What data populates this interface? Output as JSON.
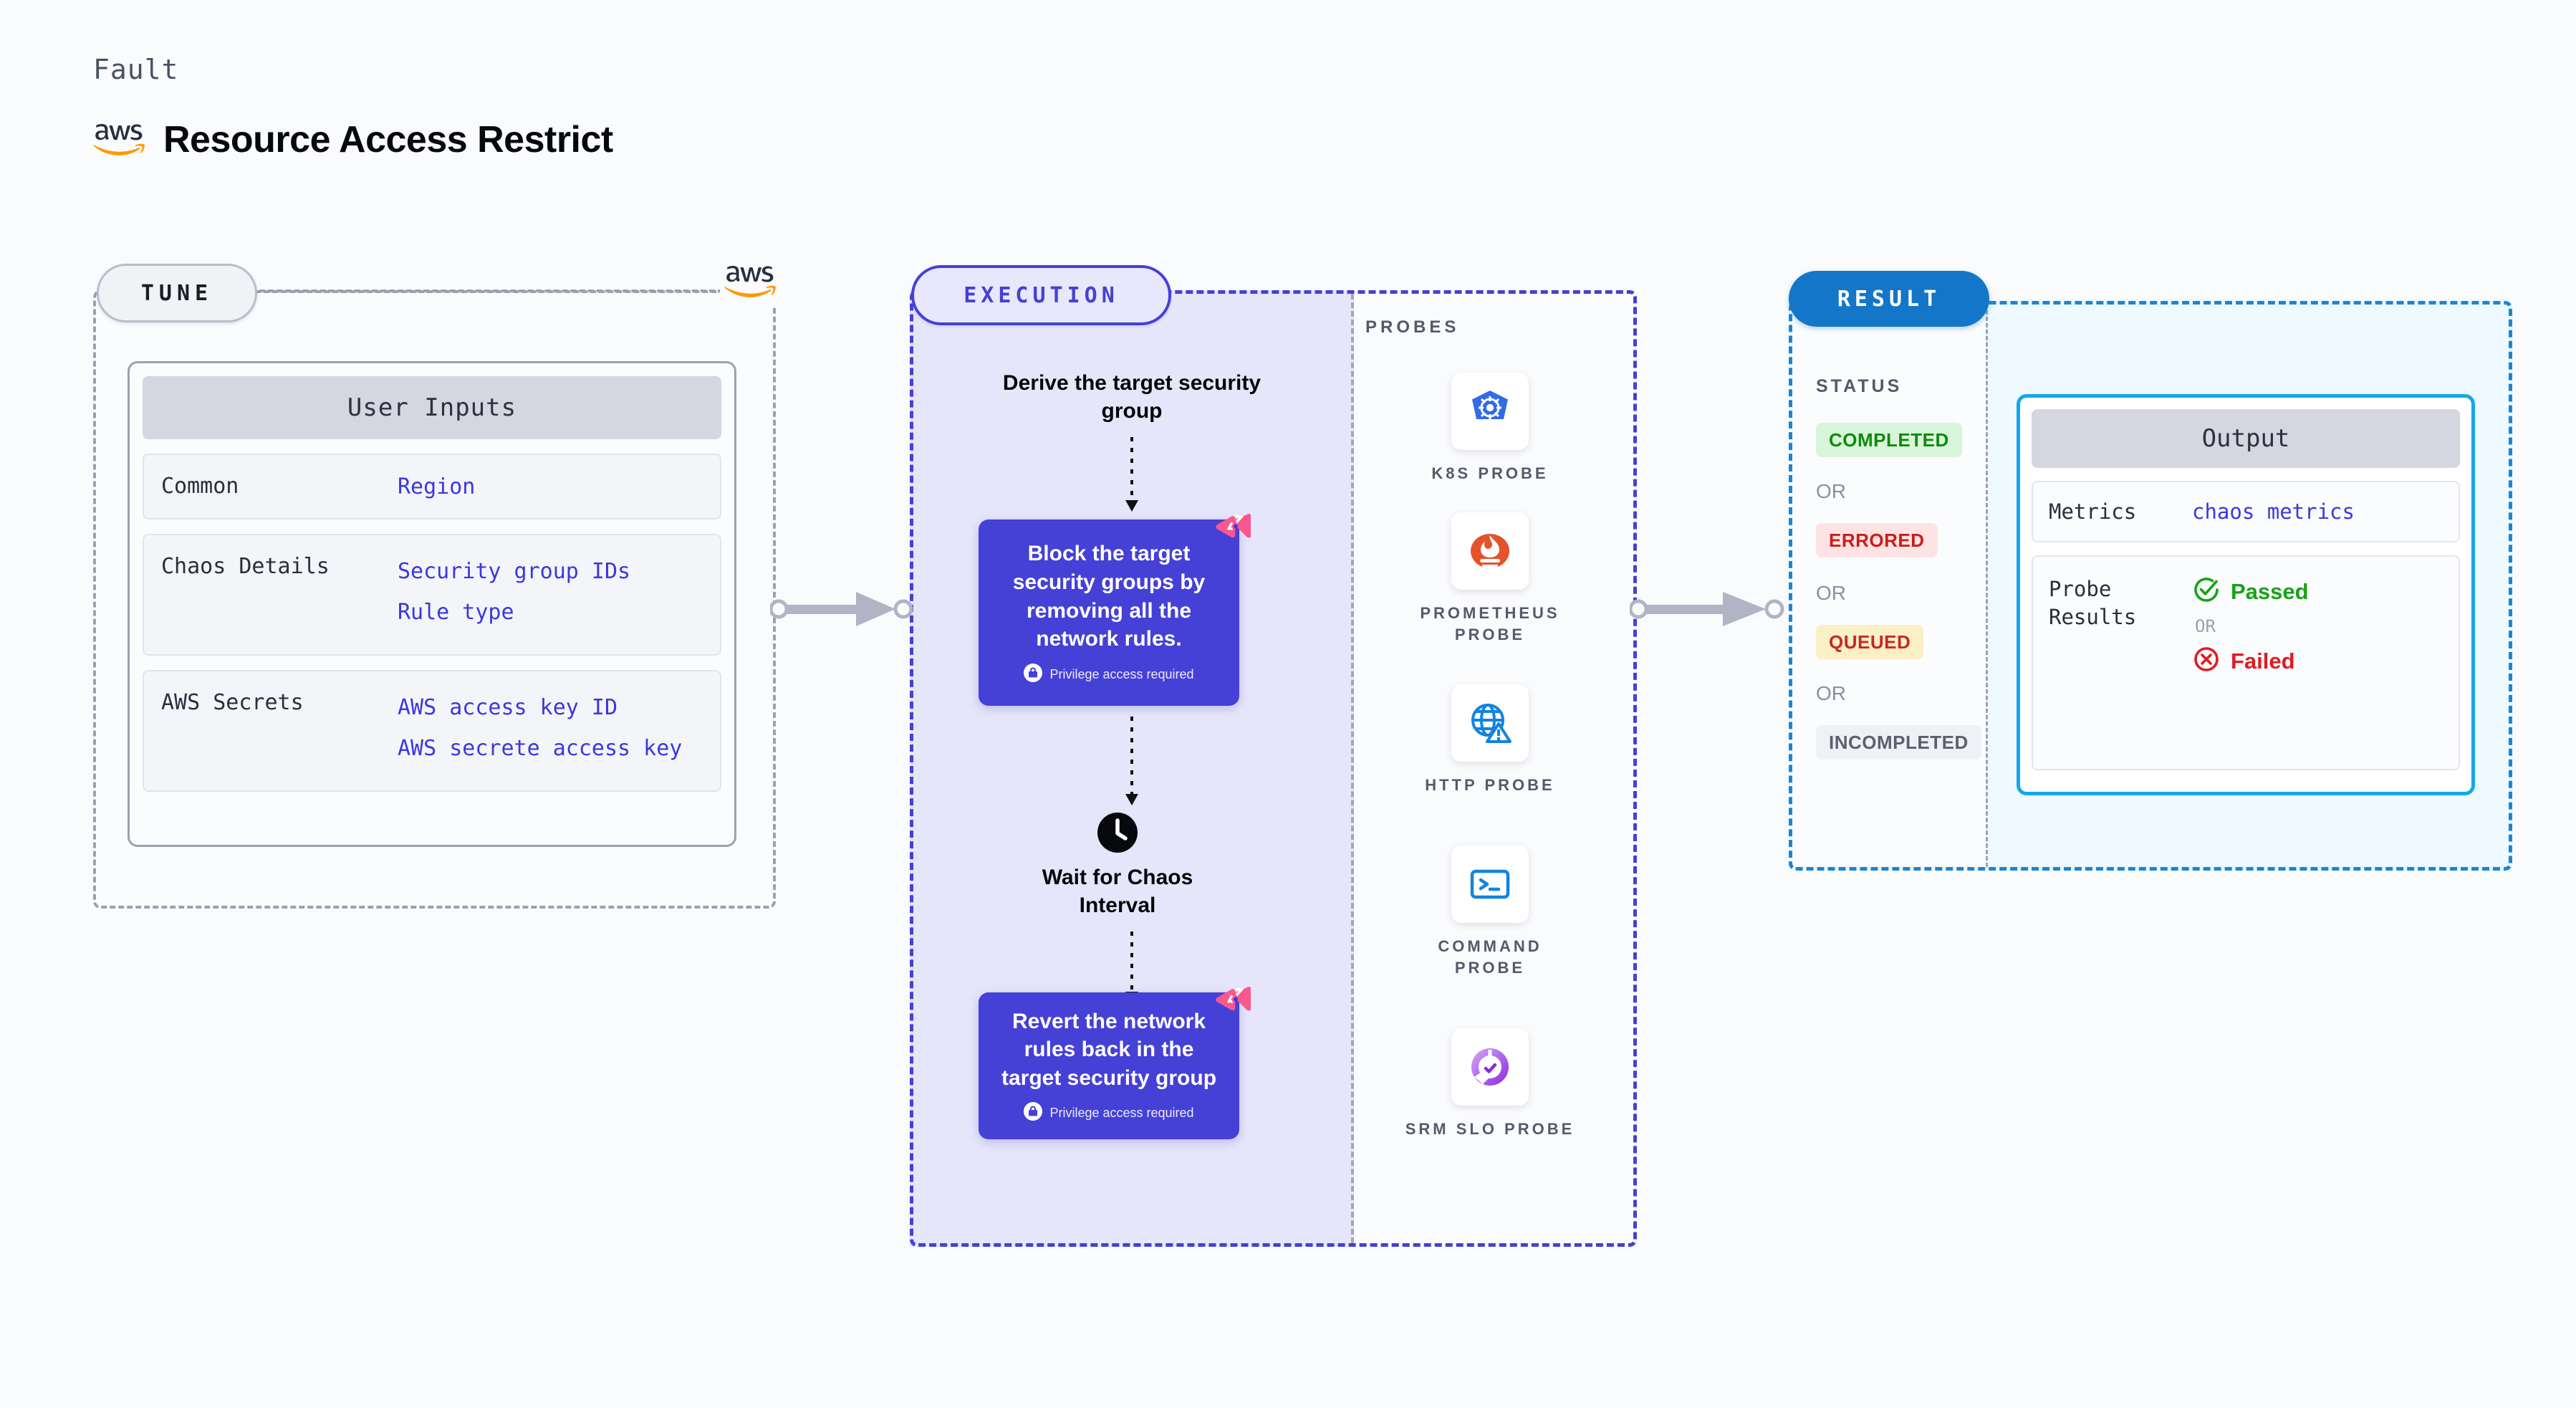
{
  "header": {
    "eyebrow": "Fault",
    "title": "Resource Access Restrict",
    "logo_icon": "aws-logo-icon"
  },
  "tune": {
    "pill_label": "TUNE",
    "provider_logo_icon": "aws-logo-icon",
    "card": {
      "header": "User Inputs",
      "rows": [
        {
          "key": "Common",
          "values": [
            "Region"
          ]
        },
        {
          "key": "Chaos Details",
          "values": [
            "Security group IDs",
            "Rule type"
          ]
        },
        {
          "key": "AWS Secrets",
          "values": [
            "AWS access key ID",
            "AWS secrete access key"
          ]
        }
      ]
    }
  },
  "execution": {
    "pill_label": "EXECUTION",
    "steps": [
      {
        "type": "title",
        "text": "Derive the target security group"
      },
      {
        "type": "action",
        "text": "Block the target security groups by removing all the network rules.",
        "note": "Privilege access required",
        "badge_icon": "harness-badge-icon",
        "lock_icon": "lock-icon"
      },
      {
        "type": "wait",
        "text": "Wait for Chaos Interval",
        "icon": "clock-icon"
      },
      {
        "type": "action",
        "text": "Revert the network rules back in the target security group",
        "note": "Privilege access required",
        "badge_icon": "harness-badge-icon",
        "lock_icon": "lock-icon"
      }
    ],
    "probes_label": "PROBES",
    "probes": [
      {
        "name": "K8S PROBE",
        "icon": "kubernetes-icon"
      },
      {
        "name": "PROMETHEUS PROBE",
        "icon": "prometheus-icon"
      },
      {
        "name": "HTTP PROBE",
        "icon": "http-globe-warning-icon"
      },
      {
        "name": "COMMAND PROBE",
        "icon": "terminal-icon"
      },
      {
        "name": "SRM SLO PROBE",
        "icon": "srm-slo-icon"
      }
    ]
  },
  "result": {
    "pill_label": "RESULT",
    "status_label": "STATUS",
    "or_label": "OR",
    "statuses": [
      {
        "label": "COMPLETED",
        "bg": "#d9f5d9",
        "fg": "#0e8a0e"
      },
      {
        "label": "ERRORED",
        "bg": "#fde3e3",
        "fg": "#cb1d1d"
      },
      {
        "label": "QUEUED",
        "bg": "#fbefc4",
        "fg": "#c62828"
      },
      {
        "label": "INCOMPLETED",
        "bg": "#f0f1f6",
        "fg": "#5b6070"
      }
    ],
    "output": {
      "header": "Output",
      "metrics_key": "Metrics",
      "metrics_value": "chaos metrics",
      "probe_key": "Probe Results",
      "passed_label": "Passed",
      "failed_label": "Failed",
      "or_label": "OR",
      "passed_icon": "check-circle-icon",
      "failed_icon": "x-circle-icon"
    }
  },
  "connectors": [
    {
      "name": "tune-to-execution-arrow"
    },
    {
      "name": "execution-to-result-arrow"
    }
  ],
  "colors": {
    "accent_purple": "#4540d6",
    "accent_blue": "#1476c8",
    "accent_cyan": "#14a8e8",
    "link_blue": "#3b37e0",
    "pink_badge": "#f9588d",
    "gray_dash": "#9aa1b0"
  }
}
